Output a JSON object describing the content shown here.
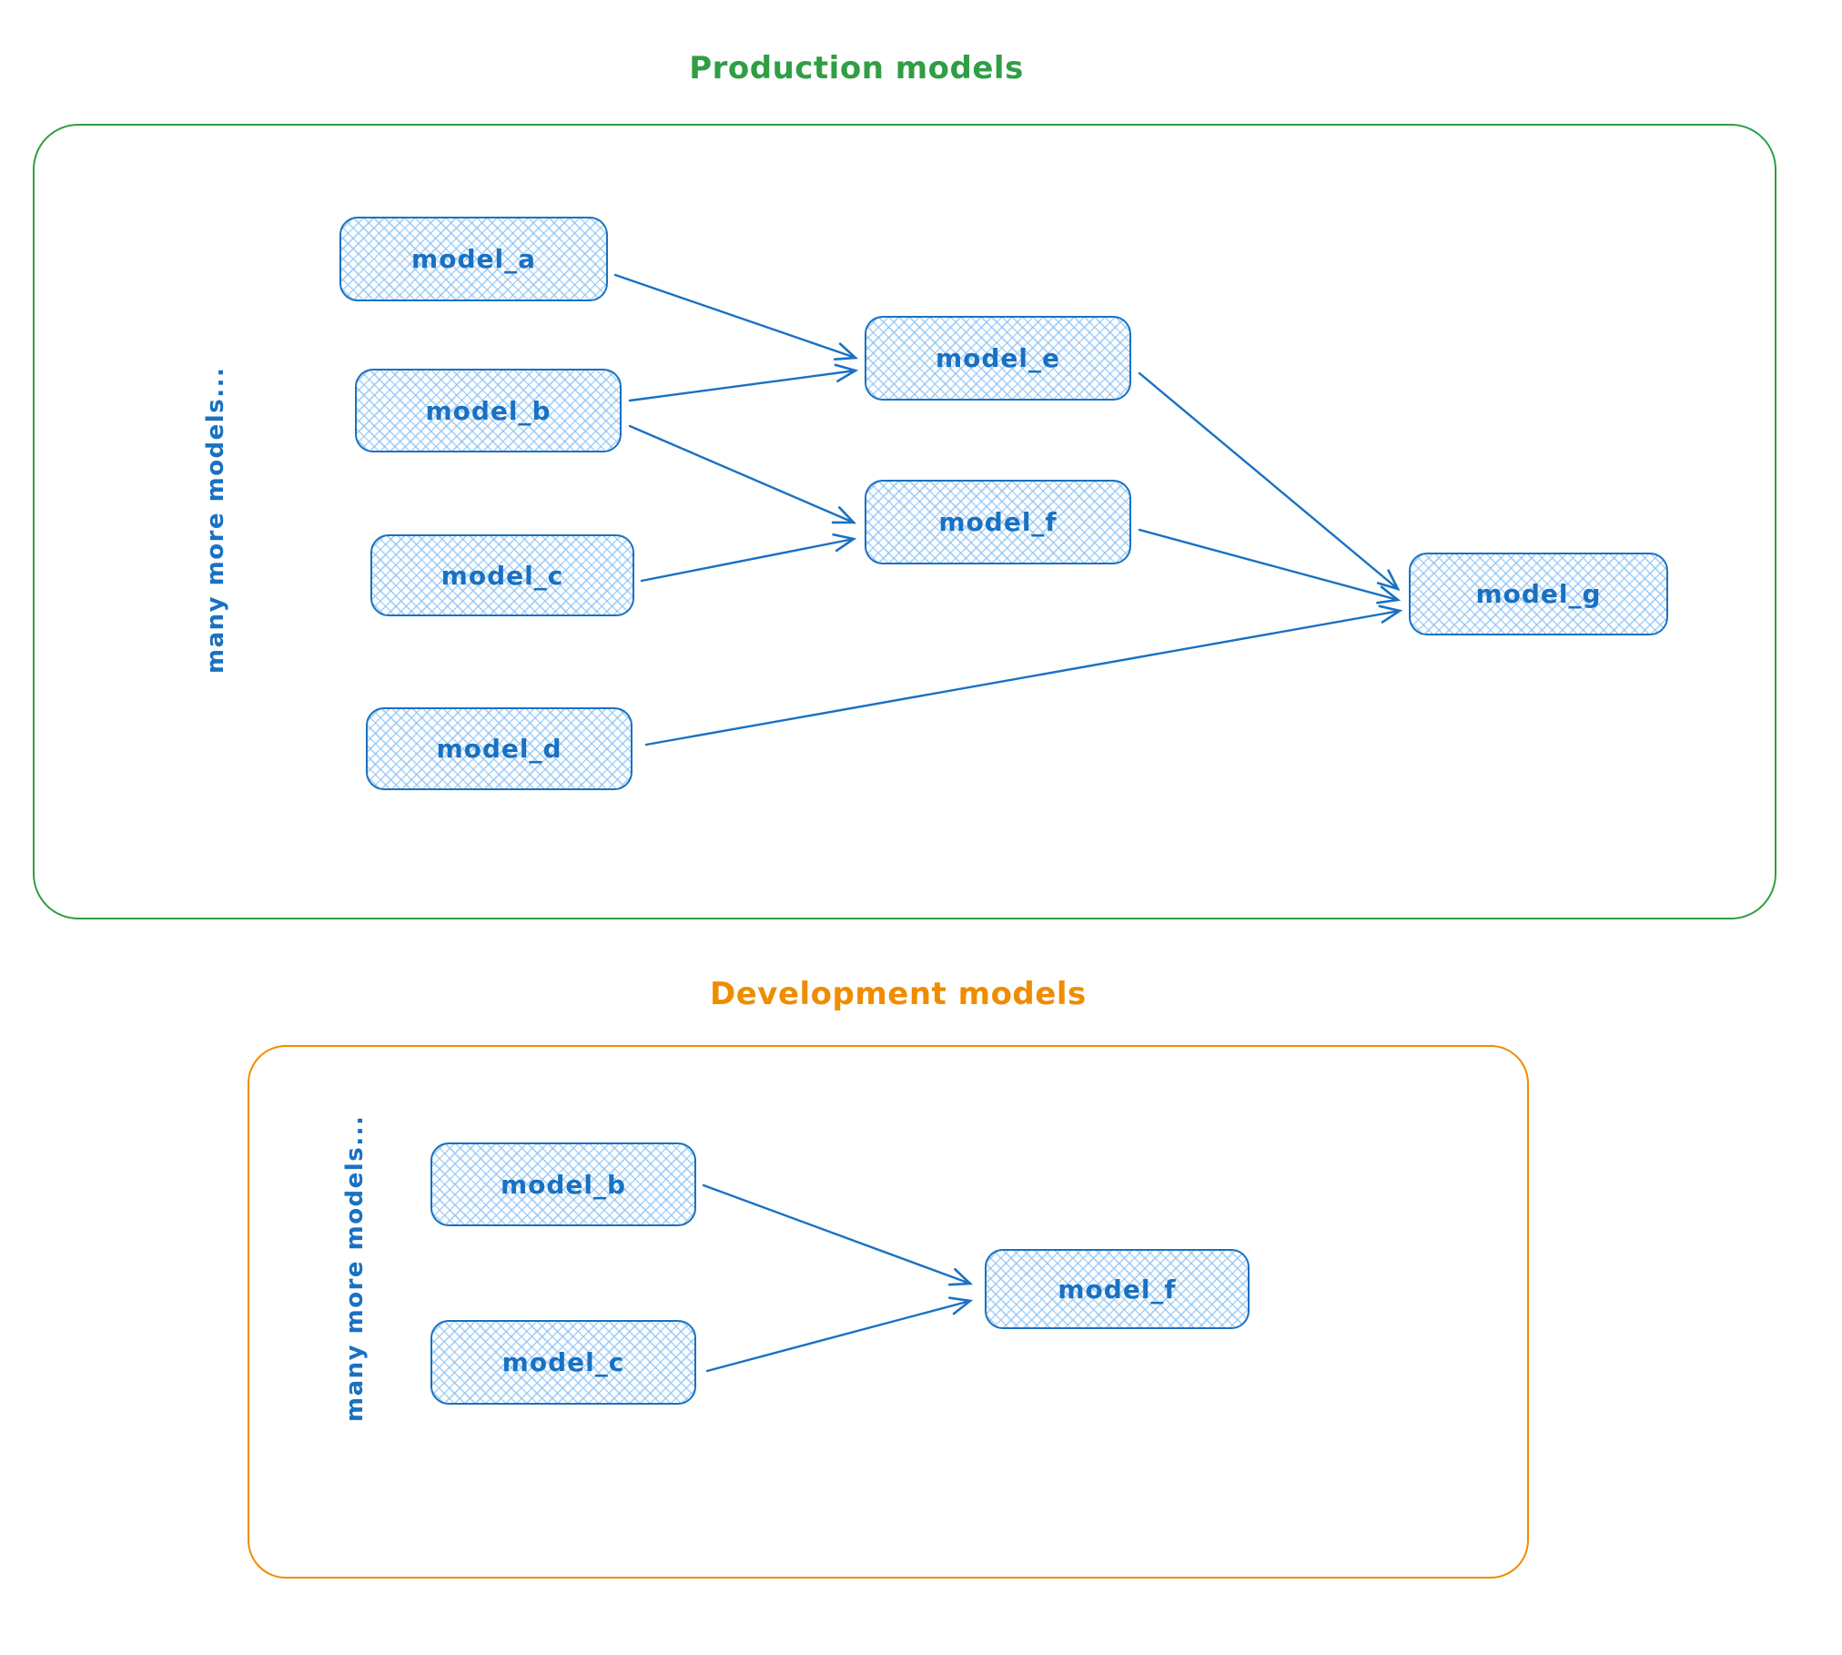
{
  "production": {
    "title": "Production models",
    "side_label": "many more models...",
    "nodes": [
      {
        "id": "model_a",
        "label": "model_a"
      },
      {
        "id": "model_b",
        "label": "model_b"
      },
      {
        "id": "model_c",
        "label": "model_c"
      },
      {
        "id": "model_d",
        "label": "model_d"
      },
      {
        "id": "model_e",
        "label": "model_e"
      },
      {
        "id": "model_f",
        "label": "model_f"
      },
      {
        "id": "model_g",
        "label": "model_g"
      }
    ],
    "edges": [
      {
        "from": "model_a",
        "to": "model_e"
      },
      {
        "from": "model_b",
        "to": "model_e"
      },
      {
        "from": "model_b",
        "to": "model_f"
      },
      {
        "from": "model_c",
        "to": "model_f"
      },
      {
        "from": "model_e",
        "to": "model_g"
      },
      {
        "from": "model_f",
        "to": "model_g"
      },
      {
        "from": "model_d",
        "to": "model_g"
      }
    ]
  },
  "development": {
    "title": "Development models",
    "side_label": "many more models...",
    "nodes": [
      {
        "id": "model_b",
        "label": "model_b"
      },
      {
        "id": "model_c",
        "label": "model_c"
      },
      {
        "id": "model_f",
        "label": "model_f"
      }
    ],
    "edges": [
      {
        "from": "model_b",
        "to": "model_f"
      },
      {
        "from": "model_c",
        "to": "model_f"
      }
    ]
  },
  "colors": {
    "production_border": "#2f9e44",
    "development_border": "#f08c00",
    "node_stroke": "#1971c2",
    "node_fill_hatch": "#a5d8ff"
  }
}
